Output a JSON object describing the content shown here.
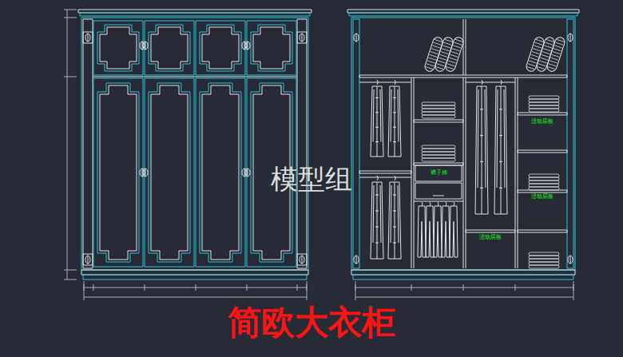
{
  "diagram": {
    "title": "简欧大衣柜",
    "labels": [
      "模型组",
      "裤子抽",
      "活动层板",
      "活动层板",
      "活动层板"
    ]
  }
}
